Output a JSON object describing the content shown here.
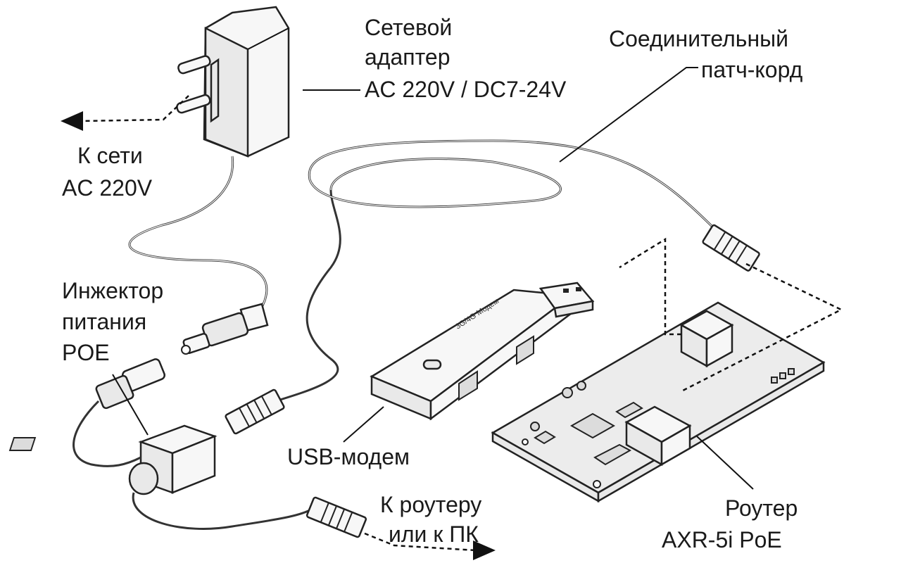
{
  "labels": {
    "adapter_l1": "Сетевой",
    "adapter_l2": "адаптер",
    "adapter_l3": "AC 220V / DC7-24V",
    "patch_l1": "Соединительный",
    "patch_l2": "патч-корд",
    "mains_l1": "К сети",
    "mains_l2": "AC 220V",
    "injector_l1": "Инжектор",
    "injector_l2": "питания",
    "injector_l3": "POE",
    "usb_modem": "USB-модем",
    "router_l1": "Роутер",
    "router_l2": "AXR-5i PoE",
    "to_router_l1": "К роутеру",
    "to_router_l2": "или к ПК",
    "modem_body_text": "3G/4G Модем"
  }
}
